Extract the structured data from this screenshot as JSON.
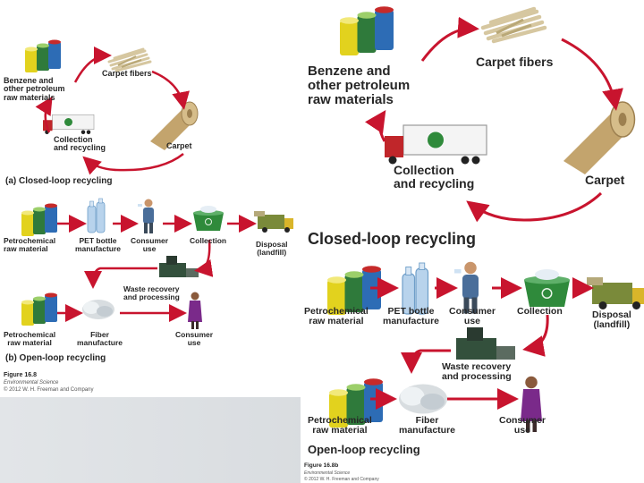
{
  "left": {
    "closed": {
      "benzene": "Benzene and\nother petroleum\nraw materials",
      "carpet_fibers": "Carpet fibers",
      "collection": "Collection\nand recycling",
      "carpet": "Carpet",
      "title": "(a) Closed-loop recycling"
    },
    "open": {
      "petrochemical": "Petrochemical\nraw material",
      "pet_bottle": "PET bottle\nmanufacture",
      "consumer": "Consumer\nuse",
      "collection": "Collection",
      "disposal": "Disposal\n(landfill)",
      "waste": "Waste recovery\nand processing",
      "petrochemical2": "Petrochemical\nraw material",
      "fiber": "Fiber\nmanufacture",
      "consumer2": "Consumer\nuse",
      "title": "(b) Open-loop recycling"
    },
    "figure": "Figure 16.8",
    "source": "Environmental Science",
    "copyright": "© 2012 W. H. Freeman and Company"
  },
  "right": {
    "closed": {
      "benzene": "Benzene and\nother petroleum\nraw materials",
      "carpet_fibers": "Carpet fibers",
      "collection": "Collection\nand recycling",
      "carpet": "Carpet",
      "title": "Closed-loop recycling"
    },
    "open": {
      "petrochemical": "Petrochemical\nraw material",
      "pet_bottle": "PET bottle\nmanufacture",
      "consumer": "Consumer\nuse",
      "collection": "Collection",
      "disposal": "Disposal\n(landfill)",
      "waste": "Waste recovery\nand processing",
      "petrochemical2": "Petrochemical\nraw material",
      "fiber": "Fiber\nmanufacture",
      "consumer2": "Consumer\nuse",
      "title": "Open-loop recycling"
    },
    "figure": "Figure 16.8b",
    "source": "Environmental Science",
    "copyright": "© 2012 W. H. Freeman and Company"
  },
  "colors": {
    "arrow": "#c8142e",
    "truck_green": "#3f6b2e",
    "barrel_yellow": "#e2d21e",
    "barrel_green": "#2f7a3b",
    "barrel_blue": "#2d6cb5",
    "barrel_red": "#c62a2a"
  }
}
